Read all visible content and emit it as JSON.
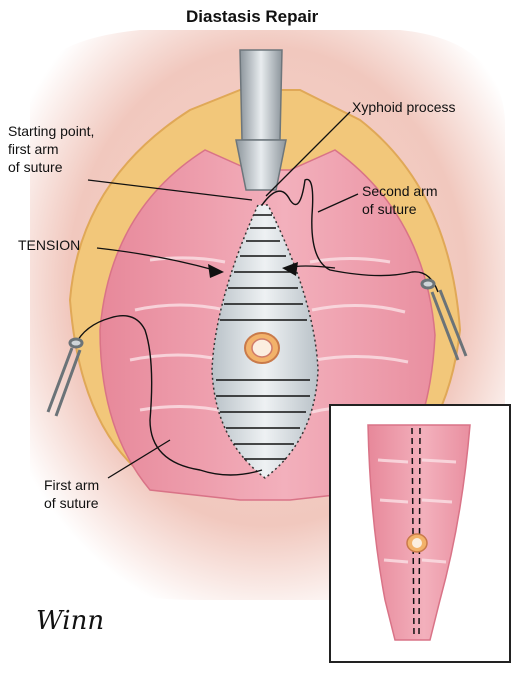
{
  "title": "Diastasis Repair",
  "labels": {
    "start_line1": "Starting point,",
    "start_line2": "first arm",
    "start_line3": "of suture",
    "xyphoid": "Xyphoid process",
    "second_line1": "Second arm",
    "second_line2": "of suture",
    "tension": "TENSION",
    "first_line1": "First arm",
    "first_line2": "of suture"
  },
  "signature": "Winn",
  "colors": {
    "muscle": "#f0a2b0",
    "muscle_light": "#f7c7cf",
    "fat": "#f2c77a",
    "fascia": "#d9dfe3",
    "suture": "#111111",
    "inset_border": "#222222"
  }
}
